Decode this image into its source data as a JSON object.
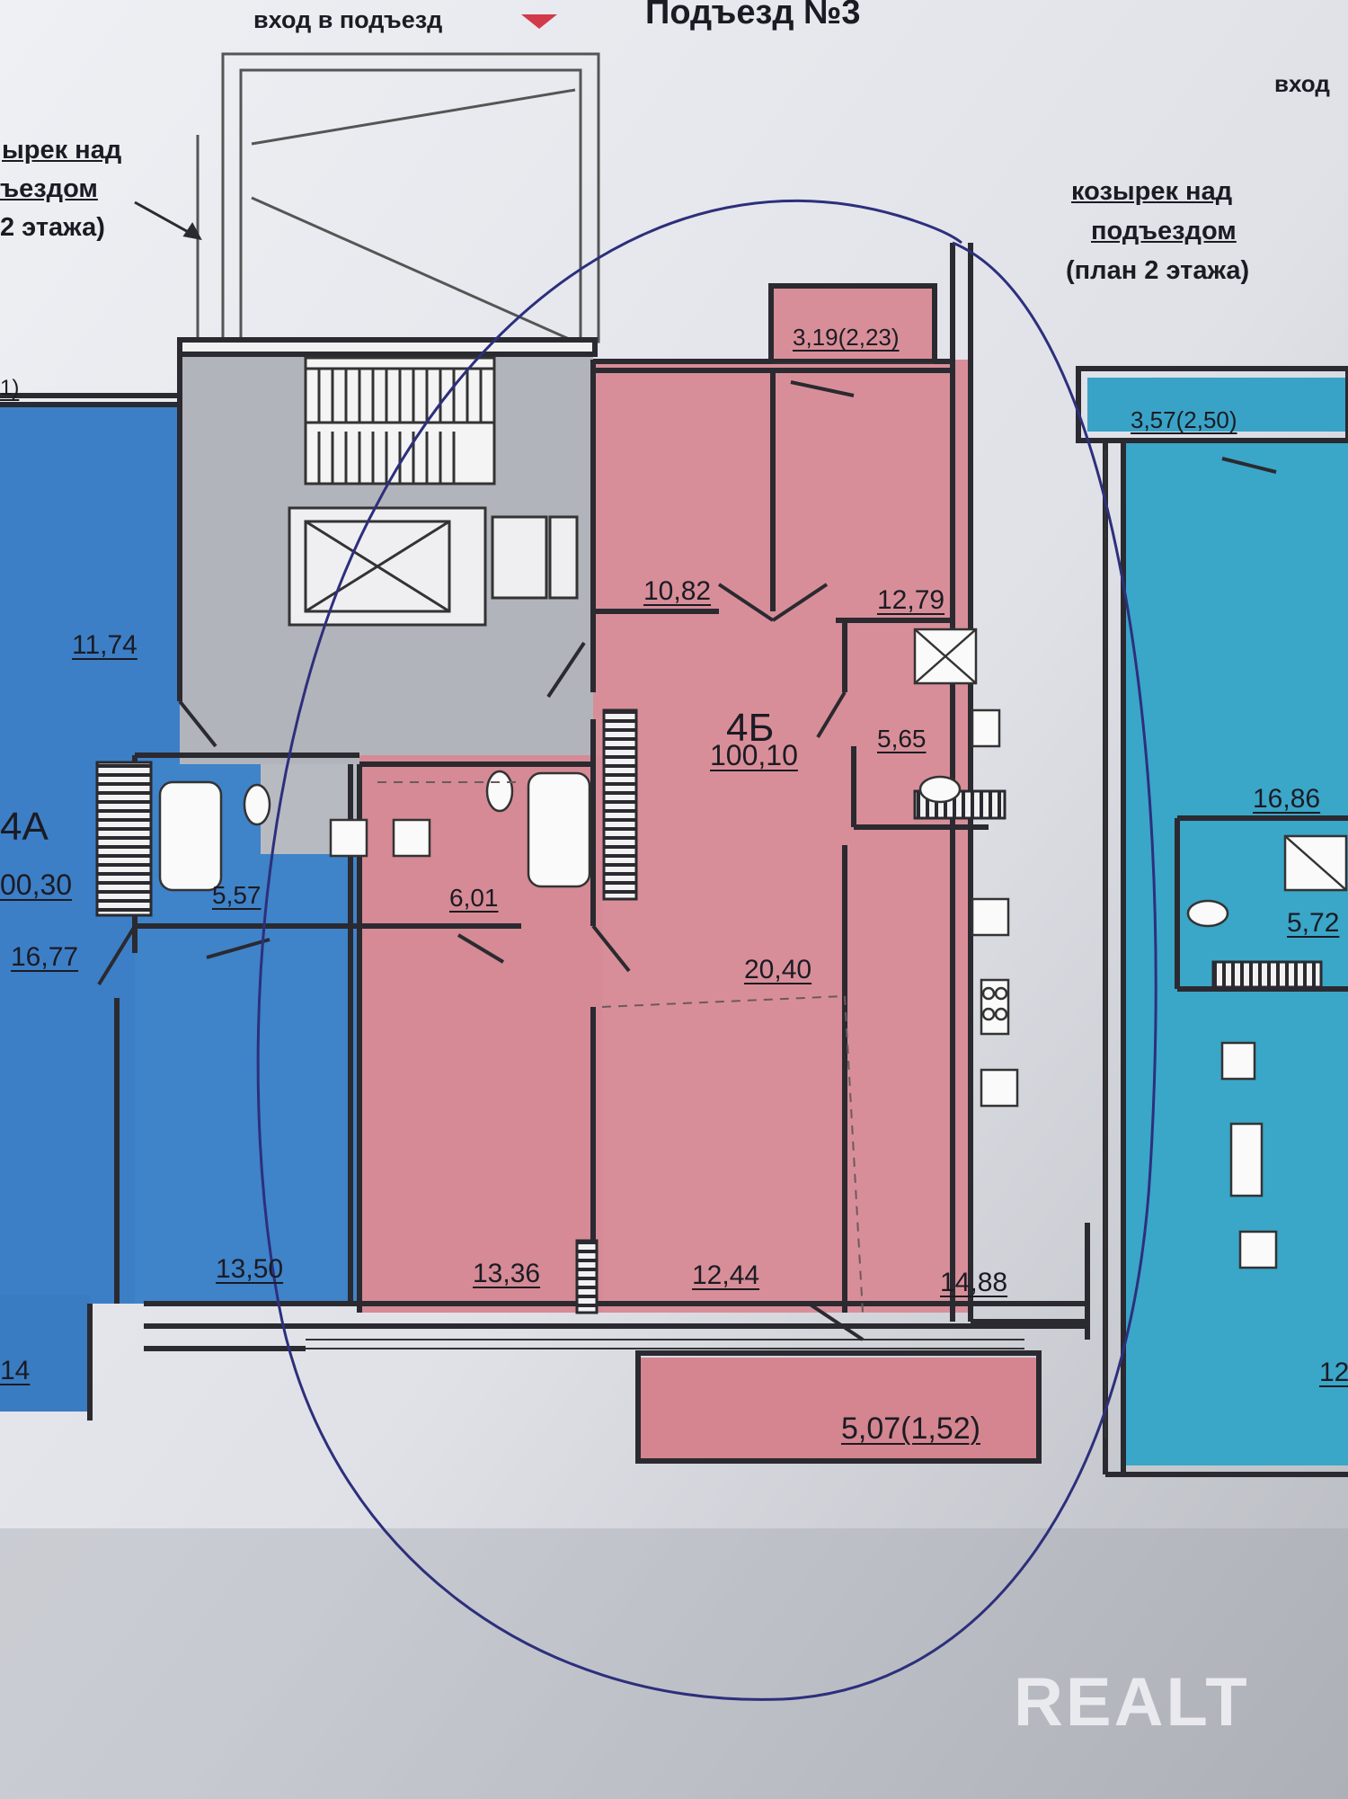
{
  "header": {
    "entrance_label": "вход в подъезд",
    "entrance_number": "Подъезд №3",
    "entrance_right_partial": "вход"
  },
  "canopy_notes": {
    "left": {
      "line1": "ырек над",
      "line2": "ъездом",
      "line3": "2 этажа)"
    },
    "right": {
      "line1": "козырек над",
      "line2": "подъездом",
      "line3": "(план 2 этажа)"
    }
  },
  "apartment_4b": {
    "name": "4Б",
    "total_area": "100,10",
    "rooms": {
      "balcony_top": "3,19(2,23)",
      "room_10_82": "10,82",
      "room_12_79": "12,79",
      "bath_5_65": "5,65",
      "hall_20_40": "20,40",
      "bath_6_01": "6,01",
      "room_13_36": "13,36",
      "room_12_44": "12,44",
      "kitchen_14_88": "14,88",
      "balcony_bottom": "5,07(1,52)"
    }
  },
  "apartment_4a": {
    "name": "4А",
    "total_area": "00,30",
    "rooms": {
      "room_11_74": "11,74",
      "bath_5_57": "5,57",
      "room_16_77": "16,77",
      "room_13_50": "13,50",
      "room_partial_14": "14",
      "balcony_partial": "1)"
    }
  },
  "apartment_right": {
    "rooms": {
      "balcony_top": "3,57(2,50)",
      "room_16_86": "16,86",
      "bath_5_72": "5,72",
      "room_partial_12": "12"
    }
  },
  "watermark": {
    "text": "REALT"
  },
  "colors": {
    "apt_4b": "#d88e98",
    "apt_4a": "#3c7fc6",
    "apt_right": "#38a3c6",
    "common_area": "#b2b4bb",
    "paper": "#e4e6ec",
    "wall": "#2a2a30",
    "pen_circle": "#2d2f7c"
  }
}
